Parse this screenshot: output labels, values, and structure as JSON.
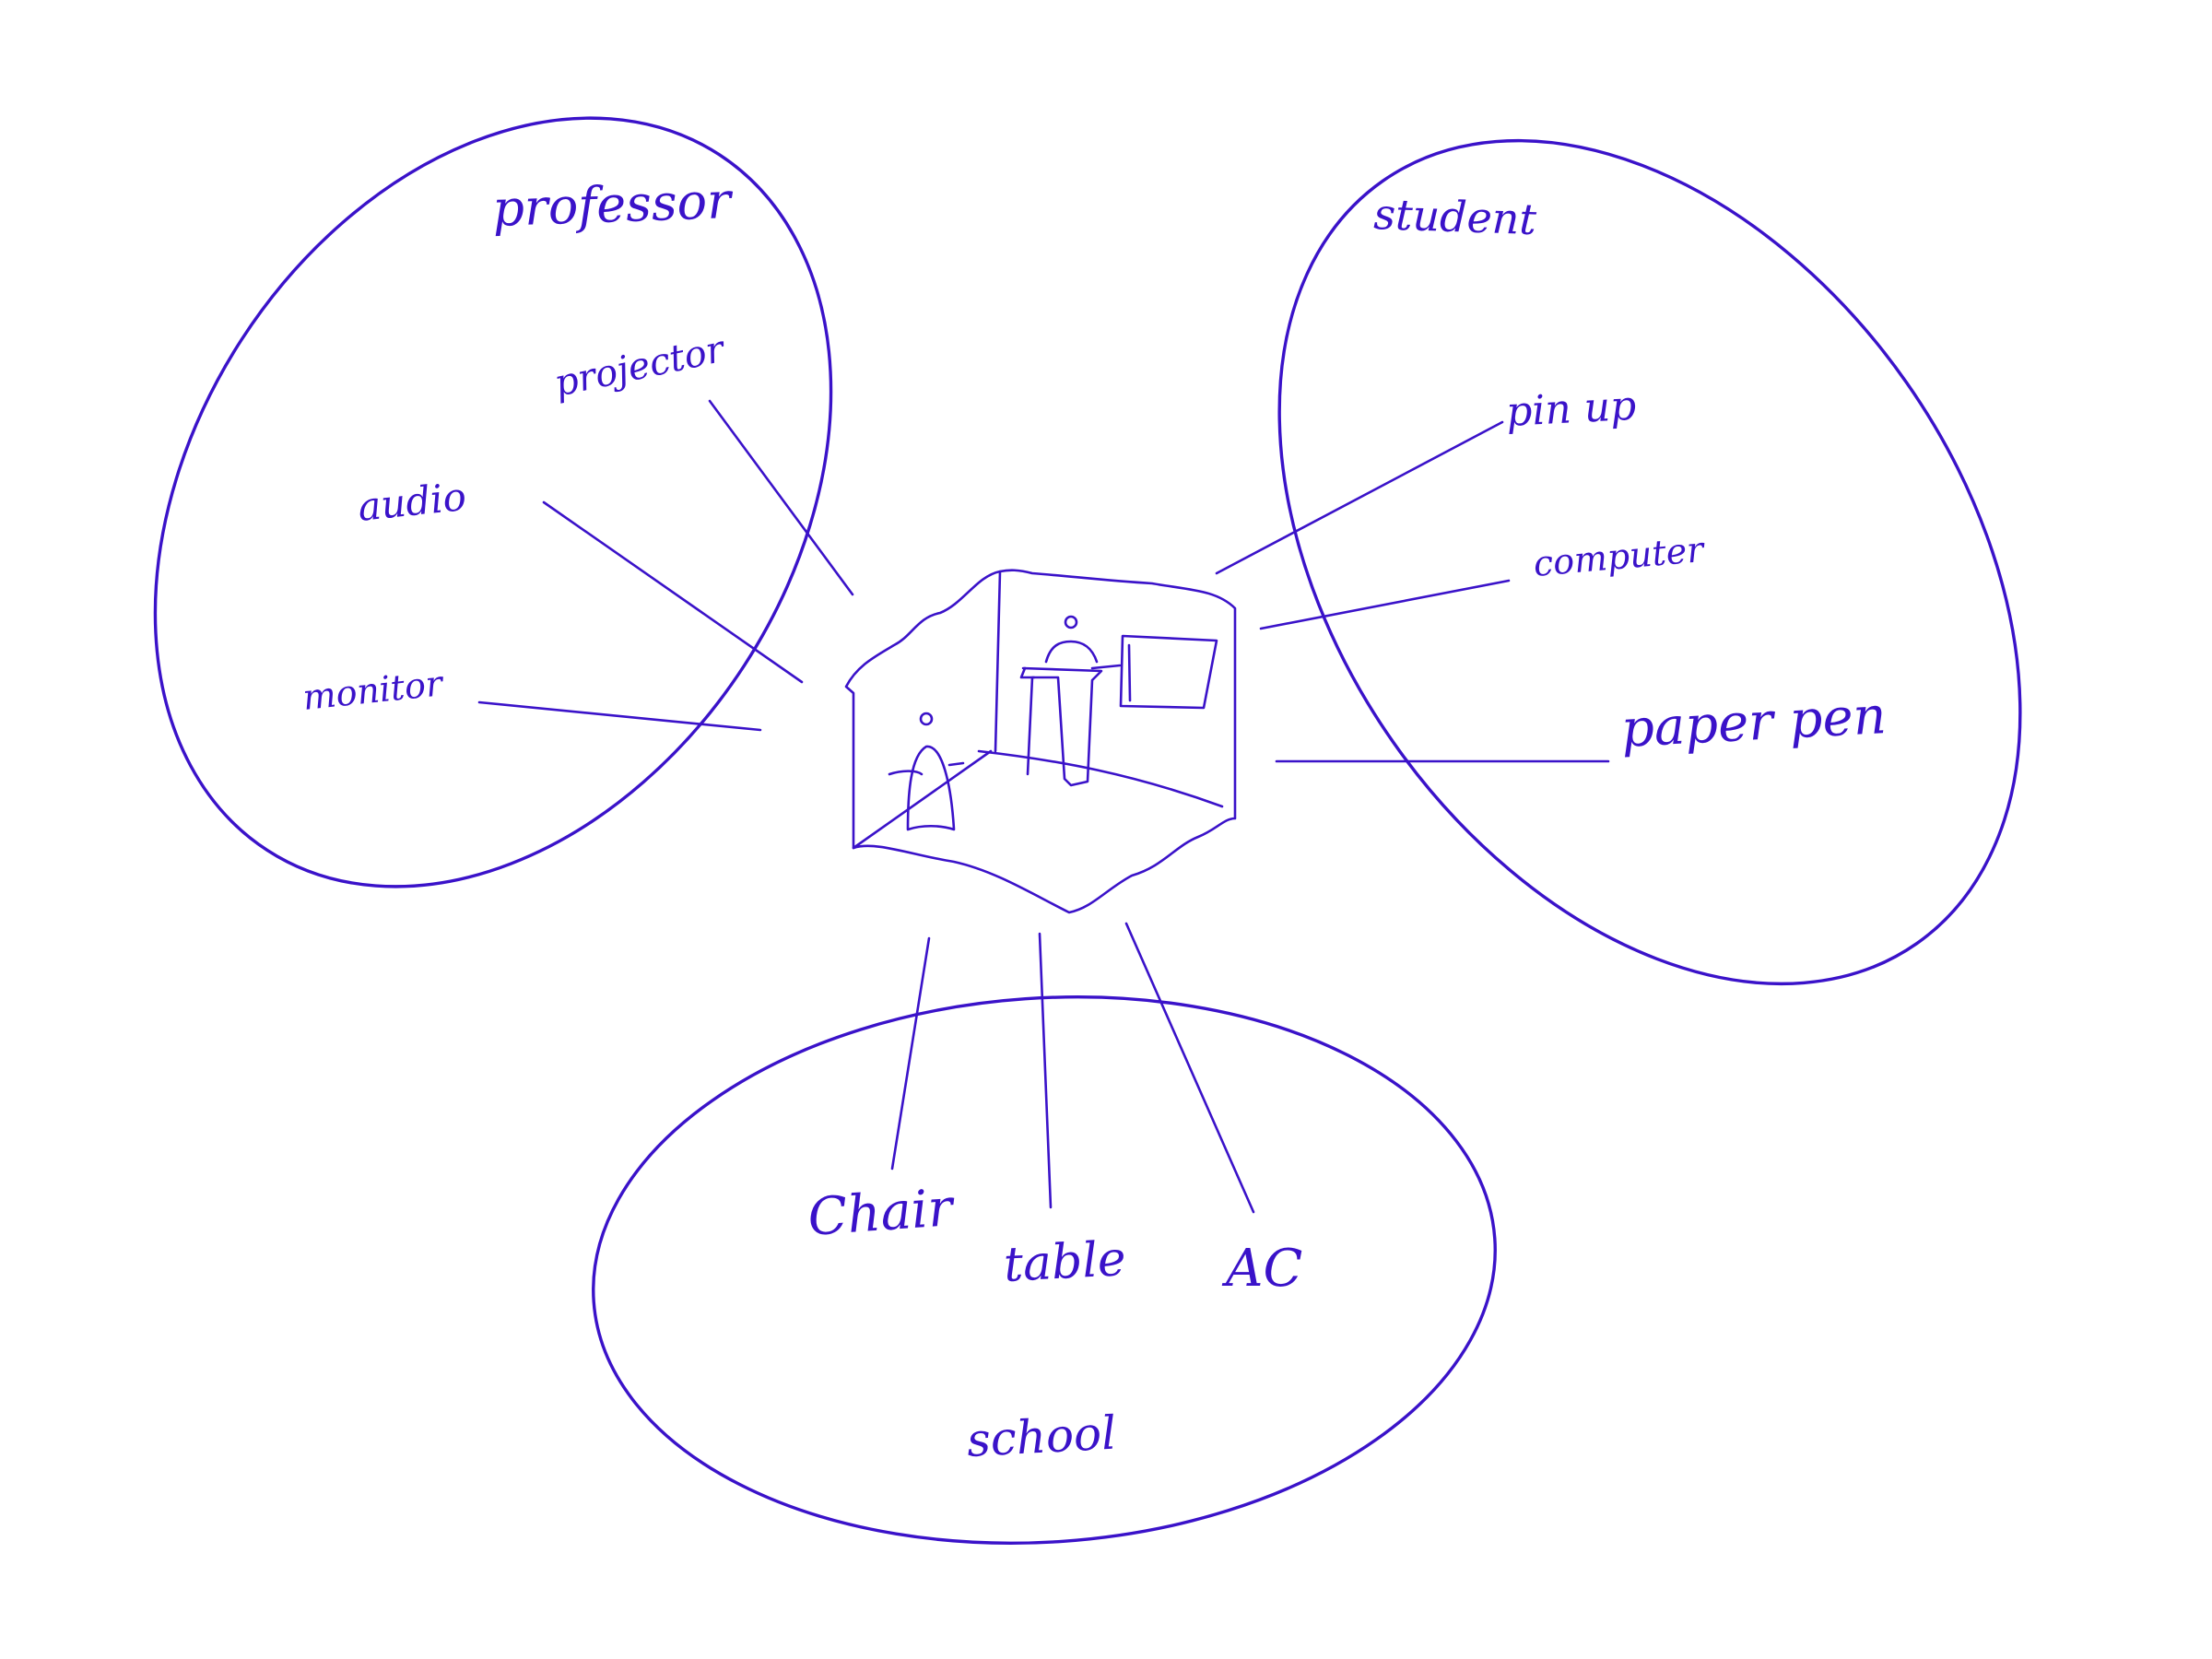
{
  "colors": {
    "ink": "#3a12c9",
    "background": "#ffffff"
  },
  "groups": {
    "professor": {
      "title": "professor",
      "items": [
        "projector",
        "audio",
        "monitor"
      ]
    },
    "student": {
      "title": "student",
      "items": [
        "pin up",
        "computer",
        "paper pen"
      ]
    },
    "school": {
      "title": "school",
      "items": [
        "Chair",
        "table",
        "AC"
      ]
    }
  },
  "center": {
    "icon": "classroom-sketch-icon"
  }
}
